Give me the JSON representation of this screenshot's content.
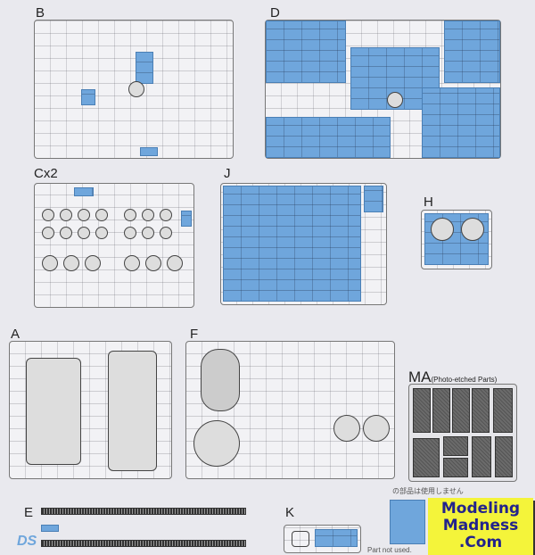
{
  "sprues": {
    "b": "B",
    "d": "D",
    "c": "Cx2",
    "j": "J",
    "h": "H",
    "a": "A",
    "f": "F",
    "ma": "MA",
    "ma_note": "(Photo-etched Parts)",
    "e": "E",
    "k": "K"
  },
  "unused_note_jp": "の部品は使用しません",
  "unused_note_en": "Part not used.",
  "brand_mark": "DS",
  "watermark": {
    "line1": "Modeling",
    "line2": "Madness",
    ".com": ".Com"
  },
  "colors": {
    "highlight": "#6fa6dc",
    "logo_bg": "#f4f43a",
    "logo_text": "#23238c"
  }
}
